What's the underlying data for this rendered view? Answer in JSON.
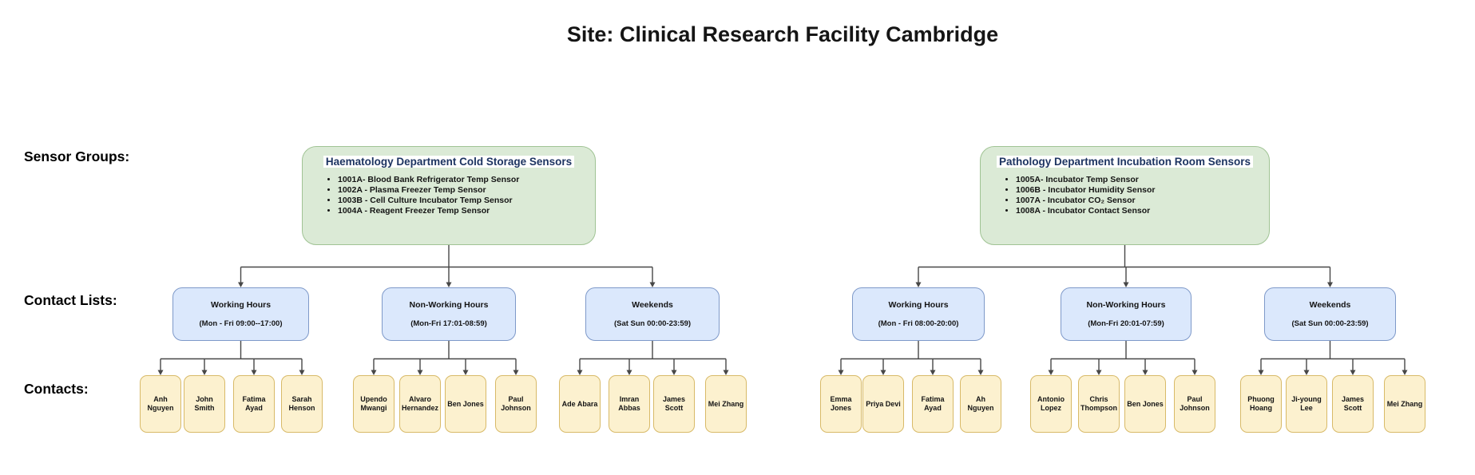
{
  "title": "Site: Clinical Research Facility Cambridge",
  "row_labels": {
    "sensor_groups": "Sensor Groups:",
    "contact_lists": "Contact Lists:",
    "contacts": "Contacts:"
  },
  "colors": {
    "group_fill": "#dbead6",
    "group_border": "#a0c394",
    "group_title_text": "#1d3461",
    "list_fill": "#dbe8fc",
    "list_border": "#7e99c9",
    "contact_fill": "#fcf1cf",
    "contact_border": "#d8ba68",
    "connector": "#474747"
  },
  "trees": [
    {
      "group": {
        "title": "Haematology Department Cold Storage Sensors",
        "sensors": [
          "1001A- Blood Bank Refrigerator Temp Sensor",
          "1002A - Plasma Freezer Temp Sensor",
          "1003B - Cell Culture Incubator Temp Sensor",
          "1004A - Reagent Freezer Temp Sensor"
        ]
      },
      "contact_lists": [
        {
          "name": "Working Hours",
          "schedule": "(Mon - Fri 09:00--17:00)",
          "contacts": [
            "Anh\nNguyen",
            "John Smith",
            "Fatima\nAyad",
            "Sarah\nHenson"
          ]
        },
        {
          "name": "Non-Working Hours",
          "schedule": "(Mon-Fri 17:01-08:59)",
          "contacts": [
            "Upendo\nMwangi",
            "Alvaro\nHernandez",
            "Ben Jones",
            "Paul\nJohnson"
          ]
        },
        {
          "name": "Weekends",
          "schedule": "(Sat Sun 00:00-23:59)",
          "contacts": [
            "Ade Abara",
            "Imran\nAbbas",
            "James\nScott",
            "Mei Zhang"
          ]
        }
      ]
    },
    {
      "group": {
        "title": "Pathology Department Incubation Room Sensors",
        "sensors": [
          "1005A- Incubator Temp Sensor",
          "1006B - Incubator Humidity Sensor",
          "1007A - Incubator CO₂ Sensor",
          "1008A - Incubator Contact Sensor"
        ]
      },
      "contact_lists": [
        {
          "name": "Working Hours",
          "schedule": "(Mon - Fri 08:00-20:00)",
          "contacts": [
            "Emma\nJones",
            "Priya Devi",
            "Fatima\nAyad",
            "Ah Nguyen"
          ]
        },
        {
          "name": "Non-Working Hours",
          "schedule": "(Mon-Fri 20:01-07:59)",
          "contacts": [
            "Antonio\nLopez",
            "Chris\nThompson",
            "Ben Jones",
            "Paul\nJohnson"
          ]
        },
        {
          "name": "Weekends",
          "schedule": "(Sat Sun 00:00-23:59)",
          "contacts": [
            "Phuong\nHoang",
            "Ji-young\nLee",
            "James\nScott",
            "Mei Zhang"
          ]
        }
      ]
    }
  ]
}
